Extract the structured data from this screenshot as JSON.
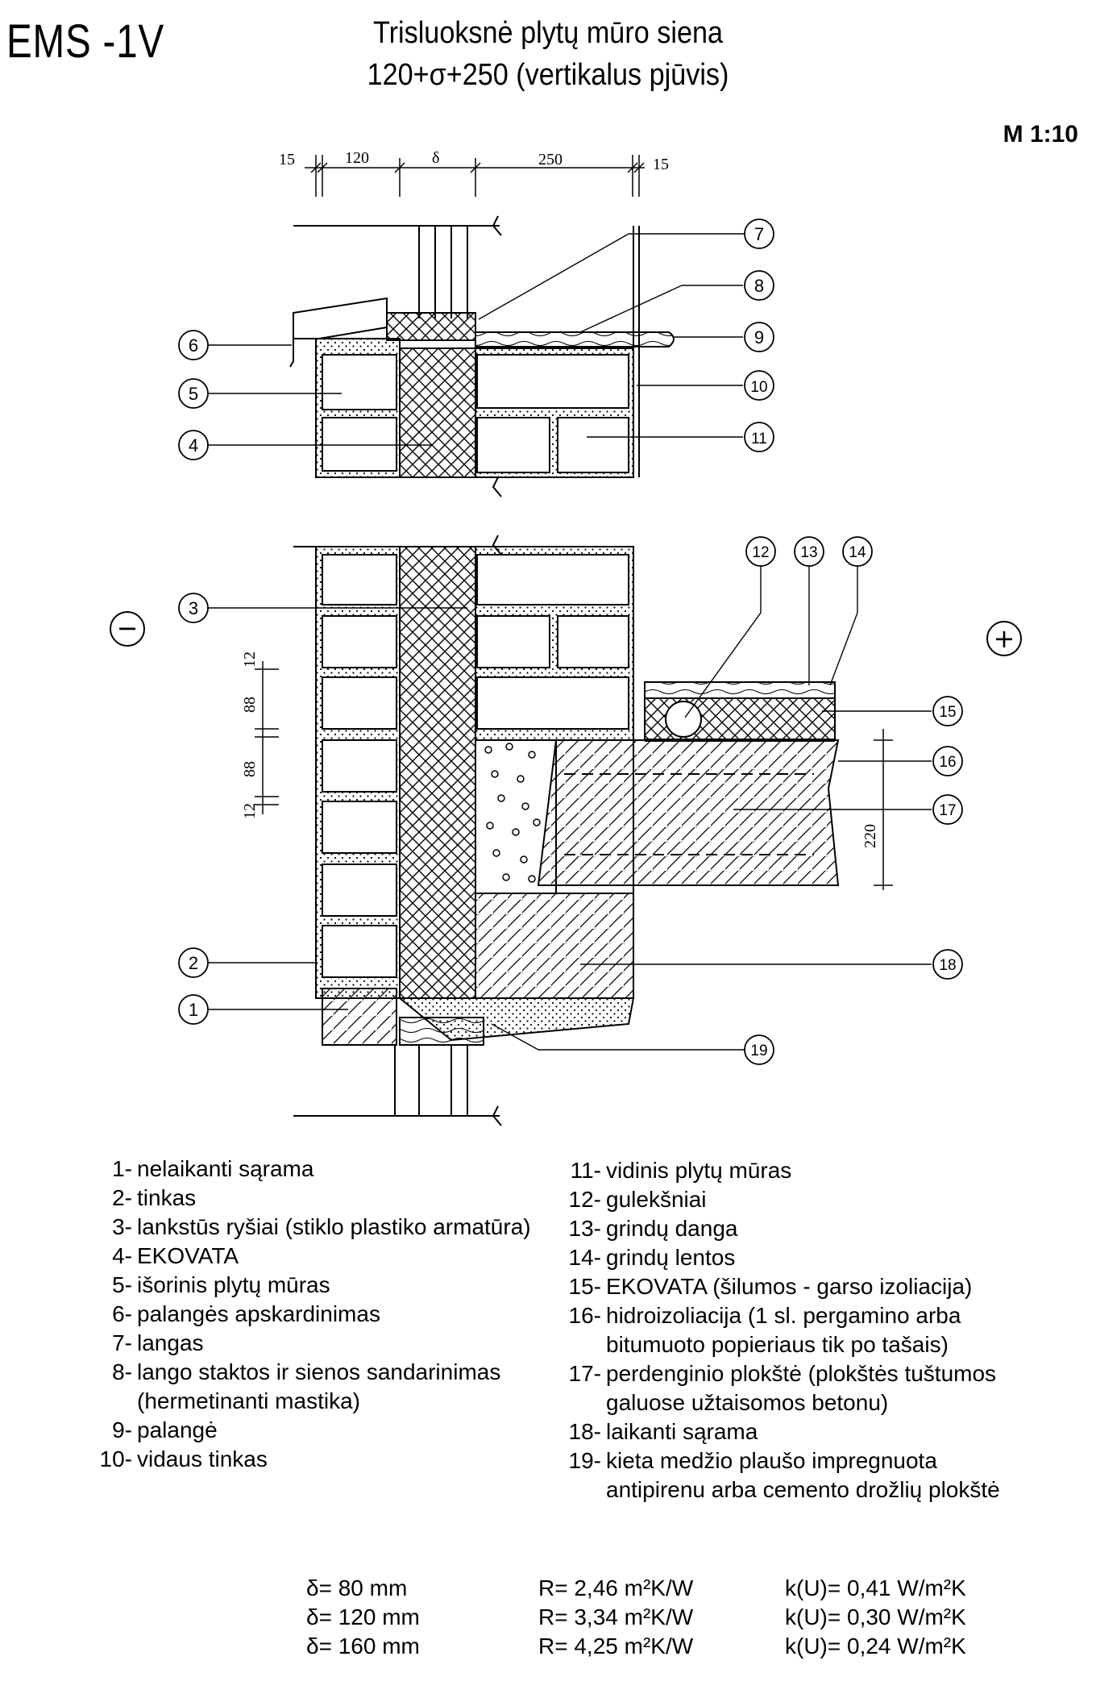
{
  "header": {
    "code": "EMS -1V",
    "title_line1": "Trisluoksnė plytų mūro siena",
    "title_line2": "120+σ+250 (vertikalus pjūvis)",
    "scale": "M 1:10"
  },
  "dimensions": {
    "top": [
      "15",
      "120",
      "δ",
      "250",
      "15"
    ],
    "left": [
      "12",
      "88",
      "88",
      "12"
    ],
    "slab": "220"
  },
  "signs": {
    "outside": "−",
    "inside": "+"
  },
  "callouts": [
    "1",
    "2",
    "3",
    "4",
    "5",
    "6",
    "7",
    "8",
    "9",
    "10",
    "11",
    "12",
    "13",
    "14",
    "15",
    "16",
    "17",
    "18",
    "19"
  ],
  "legend_left": [
    {
      "num": "1-",
      "text": "nelaikanti sąrama"
    },
    {
      "num": "2-",
      "text": "tinkas"
    },
    {
      "num": "3-",
      "text": "lankstūs ryšiai (stiklo plastiko armatūra)"
    },
    {
      "num": "4-",
      "text": "EKOVATA"
    },
    {
      "num": "5-",
      "text": "išorinis plytų mūras"
    },
    {
      "num": "6-",
      "text": "palangės apskardinimas"
    },
    {
      "num": "7-",
      "text": "langas"
    },
    {
      "num": "8-",
      "text": "lango staktos ir sienos sandarinimas",
      "cont": "(hermetinanti mastika)"
    },
    {
      "num": "9-",
      "text": "palangė"
    },
    {
      "num": "10-",
      "text": "vidaus tinkas"
    }
  ],
  "legend_right": [
    {
      "num": "11-",
      "text": "vidinis plytų mūras"
    },
    {
      "num": "12-",
      "text": "gulekšniai"
    },
    {
      "num": "13-",
      "text": "grindų danga"
    },
    {
      "num": "14-",
      "text": "grindų lentos"
    },
    {
      "num": "15-",
      "text": "EKOVATA (šilumos - garso izoliacija)"
    },
    {
      "num": "16-",
      "text": "hidroizoliacija (1 sl. pergamino arba",
      "cont": "bitumuoto popieriaus tik po tašais)"
    },
    {
      "num": "17-",
      "text": "perdenginio plokštė (plokštės tuštumos",
      "cont": "galuose užtaisomos betonu)"
    },
    {
      "num": "18-",
      "text": "laikanti sąrama"
    },
    {
      "num": "19-",
      "text": "kieta medžio plaušo impregnuota",
      "cont": "antipirenu arba cemento drožlių plokštė"
    }
  ],
  "table": [
    {
      "delta": "δ=  80 mm",
      "r": "R= 2,46 m²K/W",
      "k": "k(U)= 0,41 W/m²K"
    },
    {
      "delta": "δ= 120 mm",
      "r": "R= 3,34 m²K/W",
      "k": "k(U)= 0,30 W/m²K"
    },
    {
      "delta": "δ= 160 mm",
      "r": "R= 4,25 m²K/W",
      "k": "k(U)= 0,24 W/m²K"
    }
  ]
}
